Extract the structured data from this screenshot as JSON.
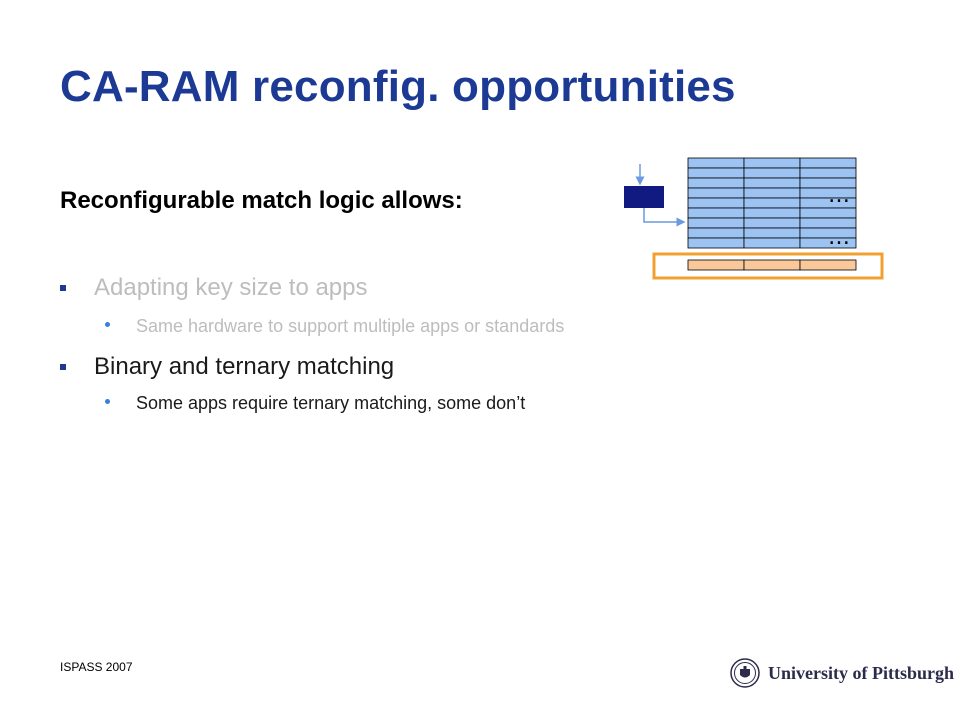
{
  "slide": {
    "title": "CA-RAM reconfig. opportunities",
    "subtitle": "Reconfigurable match logic allows:",
    "bullets": [
      {
        "text": "Adapting key size to apps",
        "state": "dimmed",
        "sub": "Same hardware to support multiple apps or standards"
      },
      {
        "text": "Binary and ternary matching",
        "state": "active",
        "sub": "Some apps require ternary matching, some don’t"
      }
    ]
  },
  "diagram": {
    "ellipsis_top": "…",
    "ellipsis_bottom": "…",
    "colors": {
      "memory_cell": "#9dc3f2",
      "match_cell": "#f9c99c",
      "highlight": "#f0a030",
      "key_block": "#101a80",
      "arrow": "#6a9ae0"
    }
  },
  "footer": {
    "conference": "ISPASS 2007",
    "university": "University of Pittsburgh",
    "logo_icon": "university-seal-icon"
  }
}
